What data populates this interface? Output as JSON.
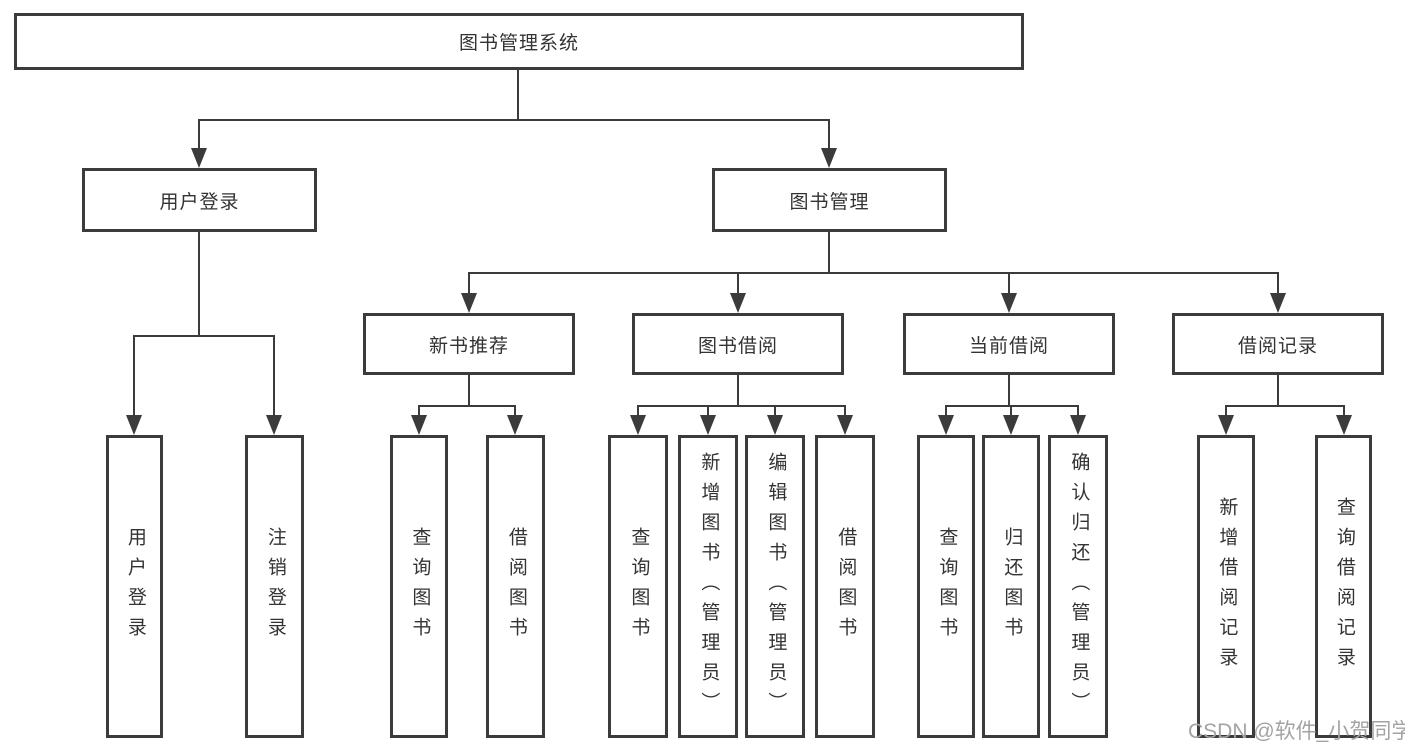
{
  "diagram": {
    "root": {
      "label": "图书管理系统"
    },
    "level2": [
      {
        "label": "用户登录"
      },
      {
        "label": "图书管理"
      }
    ],
    "level3": [
      {
        "label": "新书推荐"
      },
      {
        "label": "图书借阅"
      },
      {
        "label": "当前借阅"
      },
      {
        "label": "借阅记录"
      }
    ],
    "leaves": {
      "user_login": [
        "用户登录",
        "注销登录"
      ],
      "new_book_recommend": [
        "查询图书",
        "借阅图书"
      ],
      "book_borrow": [
        "查询图书",
        "新增图书（管理员）",
        "编辑图书（管理员）",
        "借阅图书"
      ],
      "current_borrow": [
        "查询图书",
        "归还图书",
        "确认归还（管理员）"
      ],
      "borrow_record": [
        "新增借阅记录",
        "查询借阅记录"
      ]
    }
  },
  "watermark": {
    "text": "CSDN @软件_小贺同学"
  },
  "colors": {
    "line": "#3b3b3b",
    "text": "#333333",
    "box_background": "#ffffff",
    "watermark": "#a3a3a3",
    "page_background": "#ffffff"
  }
}
